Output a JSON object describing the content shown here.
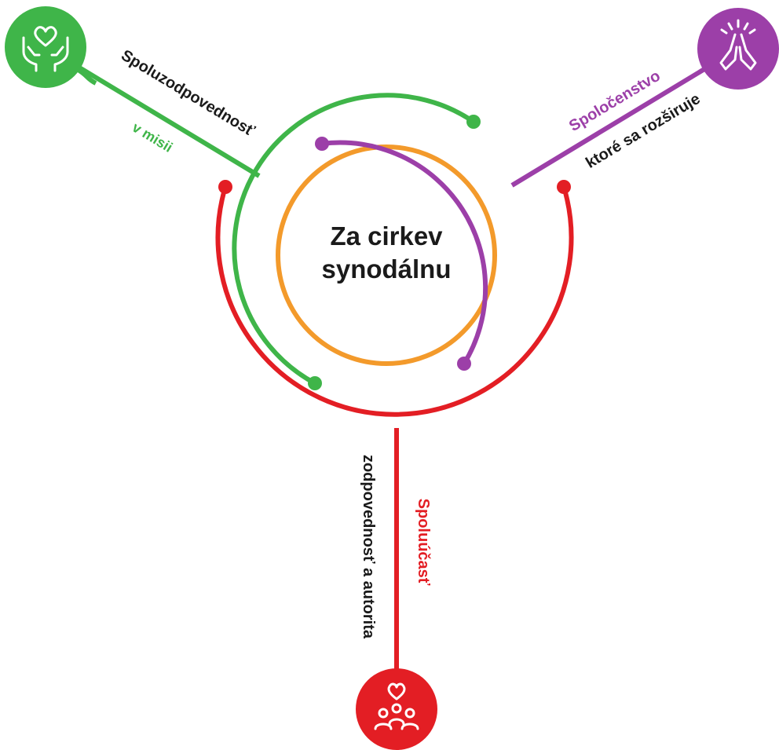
{
  "title_line1": "Za cirkev",
  "title_line2": "synodálnu",
  "colors": {
    "green": "#3fb549",
    "purple": "#9c3fa8",
    "red": "#e31e24",
    "orange": "#f39a2b",
    "dark": "#1a1a1a"
  },
  "branches": {
    "green": {
      "icon": "hands-heart-icon",
      "label_main": "Spoluzodpovednosť",
      "label_sub": "v misii"
    },
    "purple": {
      "icon": "praying-hands-icon",
      "label_main": "Spoločenstvo",
      "label_sub": "ktoré sa rozširuje"
    },
    "red": {
      "icon": "people-heart-icon",
      "label_main": "Spoluúčasť",
      "label_sub": "zodpovednosť a autorita"
    }
  }
}
